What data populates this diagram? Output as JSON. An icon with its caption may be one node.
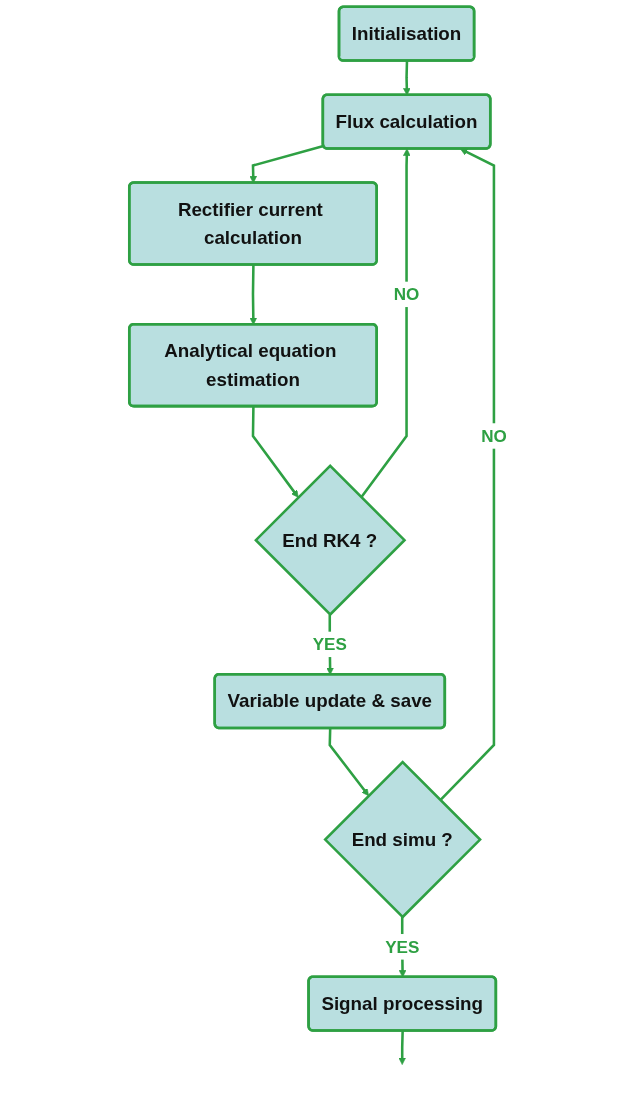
{
  "diagram": {
    "nodes": [
      {
        "text": [
          "Initialisation"
        ]
      },
      {
        "text": [
          "Flux calculation"
        ]
      },
      {
        "text": [
          "Rectifier current calculation"
        ]
      },
      {
        "text": [
          "Analytical equation estimation"
        ]
      },
      {
        "text": [
          "End RK4 ?"
        ]
      },
      {
        "text": [
          "Variable update & save"
        ]
      },
      {
        "text": [
          "End simu ?"
        ]
      },
      {
        "text": [
          "Signal processing"
        ]
      }
    ],
    "edges": [
      {
        "from": 0,
        "to": 1,
        "arrow": "to"
      },
      {
        "from": 1,
        "to": 2,
        "arrow": "to"
      },
      {
        "from": 2,
        "to": 3,
        "arrow": "to"
      },
      {
        "from": 3,
        "to": 4,
        "arrow": "to"
      },
      {
        "from": 4,
        "to": 1,
        "label": "NO",
        "arrow": "to"
      },
      {
        "from": 4,
        "to": 5,
        "label": "YES",
        "arrow": "to"
      },
      {
        "from": 5,
        "to": 6,
        "arrow": "to"
      },
      {
        "from": 6,
        "to": 1,
        "label": "NO",
        "arrow": "to"
      },
      {
        "from": 6,
        "to": 7,
        "label": "YES",
        "arrow": "to"
      },
      {
        "from": 7,
        "to": null,
        "arrow": "to"
      }
    ]
  }
}
